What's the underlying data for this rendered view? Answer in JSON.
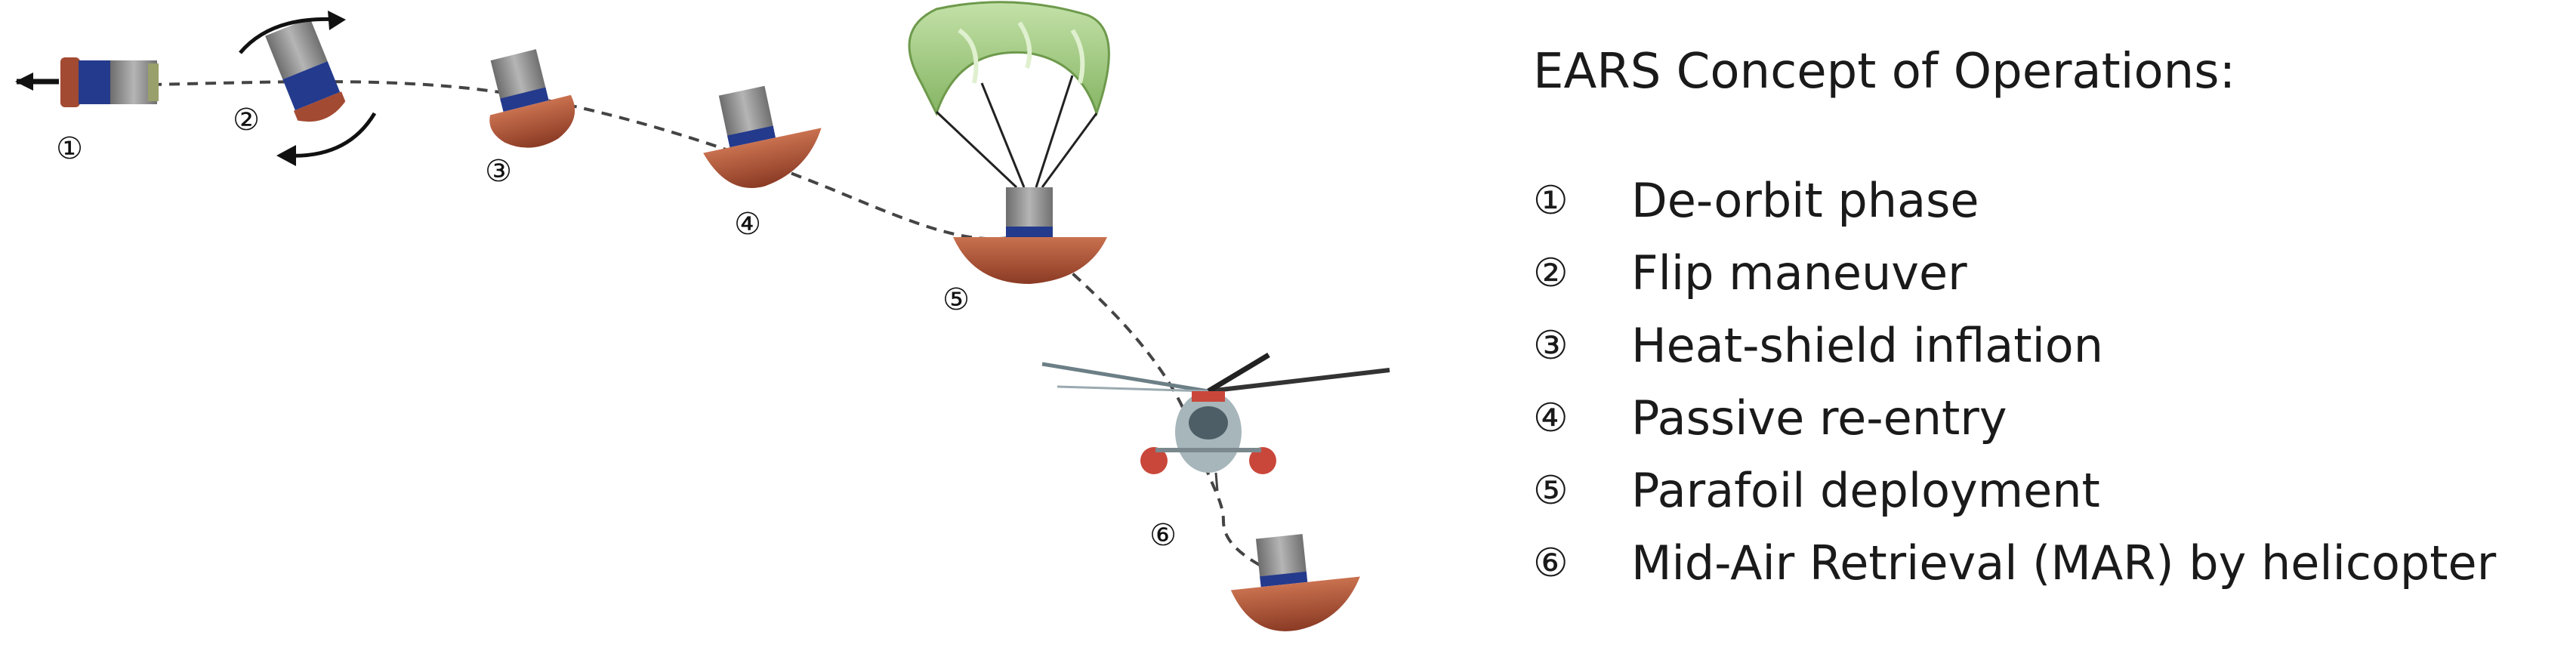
{
  "diagram": {
    "steps": [
      {
        "num": "①"
      },
      {
        "num": "②"
      },
      {
        "num": "③"
      },
      {
        "num": "④"
      },
      {
        "num": "⑤"
      },
      {
        "num": "⑥"
      }
    ],
    "colors": {
      "heat_shield": "#b0563b",
      "heat_shield_shade": "#7a3220",
      "capsule_body": "#8c8c8c",
      "capsule_band": "#243a8c",
      "parafoil": "#a8cf86",
      "parafoil_edge": "#6e9a4c",
      "trajectory": "#444444"
    },
    "icons": [
      "velocity-arrow-icon",
      "rotation-arrow-icon",
      "capsule-icon",
      "parafoil-icon",
      "helicopter-icon"
    ]
  },
  "legend": {
    "title": "EARS Concept of Operations:",
    "items": [
      {
        "num": "①",
        "text": "De-orbit phase"
      },
      {
        "num": "②",
        "text": "Flip maneuver"
      },
      {
        "num": "③",
        "text": "Heat-shield inflation"
      },
      {
        "num": "④",
        "text": "Passive re-entry"
      },
      {
        "num": "⑤",
        "text": "Parafoil deployment"
      },
      {
        "num": "⑥",
        "text": "Mid-Air Retrieval (MAR) by helicopter"
      }
    ]
  }
}
